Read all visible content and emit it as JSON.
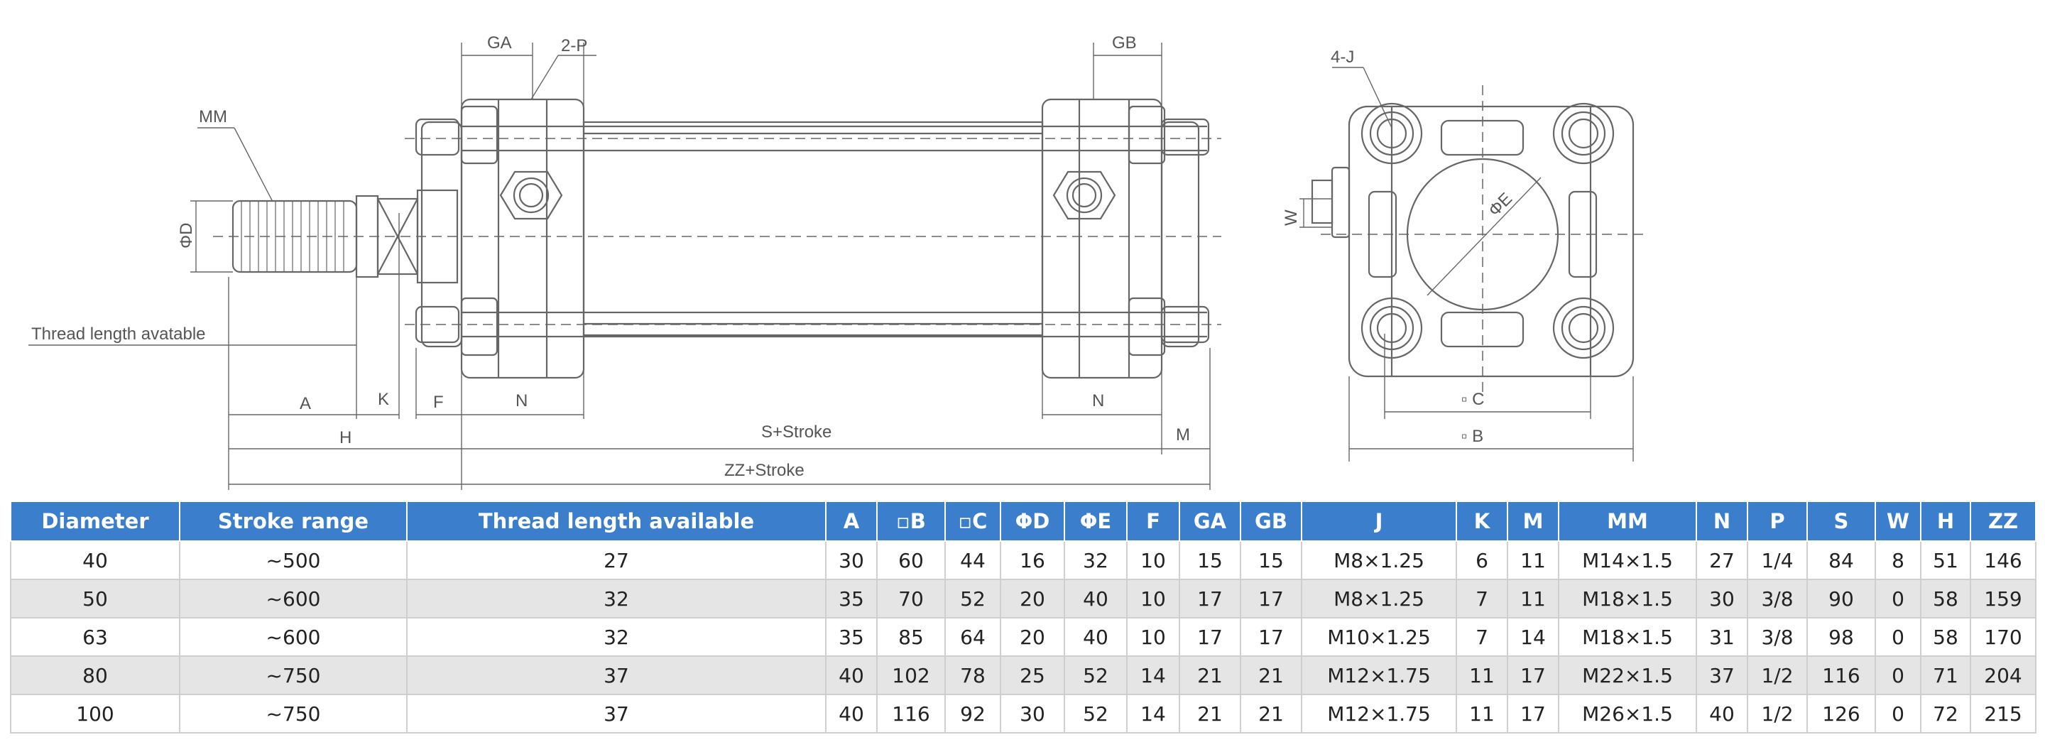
{
  "drawing": {
    "labels": {
      "ga": "GA",
      "two_p": "2-P",
      "gb": "GB",
      "four_j": "4-J",
      "mm": "MM",
      "phi_d": "ΦD",
      "w": "W",
      "phi_e": "ΦE",
      "thread_length": "Thread length avatable",
      "a": "A",
      "k": "K",
      "f": "F",
      "n_left": "N",
      "n_right": "N",
      "h": "H",
      "s_stroke": "S+Stroke",
      "m": "M",
      "zz_stroke": "ZZ+Stroke",
      "c": "▫ C",
      "b": "▫ B"
    }
  },
  "table": {
    "headers": [
      "Diameter",
      "Stroke range",
      "Thread length available",
      "A",
      "▫B",
      "▫C",
      "ΦD",
      "ΦE",
      "F",
      "GA",
      "GB",
      "J",
      "K",
      "M",
      "MM",
      "N",
      "P",
      "S",
      "W",
      "H",
      "ZZ"
    ],
    "rows": [
      [
        "40",
        "~500",
        "27",
        "30",
        "60",
        "44",
        "16",
        "32",
        "10",
        "15",
        "15",
        "M8×1.25",
        "6",
        "11",
        "M14×1.5",
        "27",
        "1/4",
        "84",
        "8",
        "51",
        "146"
      ],
      [
        "50",
        "~600",
        "32",
        "35",
        "70",
        "52",
        "20",
        "40",
        "10",
        "17",
        "17",
        "M8×1.25",
        "7",
        "11",
        "M18×1.5",
        "30",
        "3/8",
        "90",
        "0",
        "58",
        "159"
      ],
      [
        "63",
        "~600",
        "32",
        "35",
        "85",
        "64",
        "20",
        "40",
        "10",
        "17",
        "17",
        "M10×1.25",
        "7",
        "14",
        "M18×1.5",
        "31",
        "3/8",
        "98",
        "0",
        "58",
        "170"
      ],
      [
        "80",
        "~750",
        "37",
        "40",
        "102",
        "78",
        "25",
        "52",
        "14",
        "21",
        "21",
        "M12×1.75",
        "11",
        "17",
        "M22×1.5",
        "37",
        "1/2",
        "116",
        "0",
        "71",
        "204"
      ],
      [
        "100",
        "~750",
        "37",
        "40",
        "116",
        "92",
        "30",
        "52",
        "14",
        "21",
        "21",
        "M12×1.75",
        "11",
        "17",
        "M26×1.5",
        "40",
        "1/2",
        "126",
        "0",
        "72",
        "215"
      ]
    ]
  }
}
